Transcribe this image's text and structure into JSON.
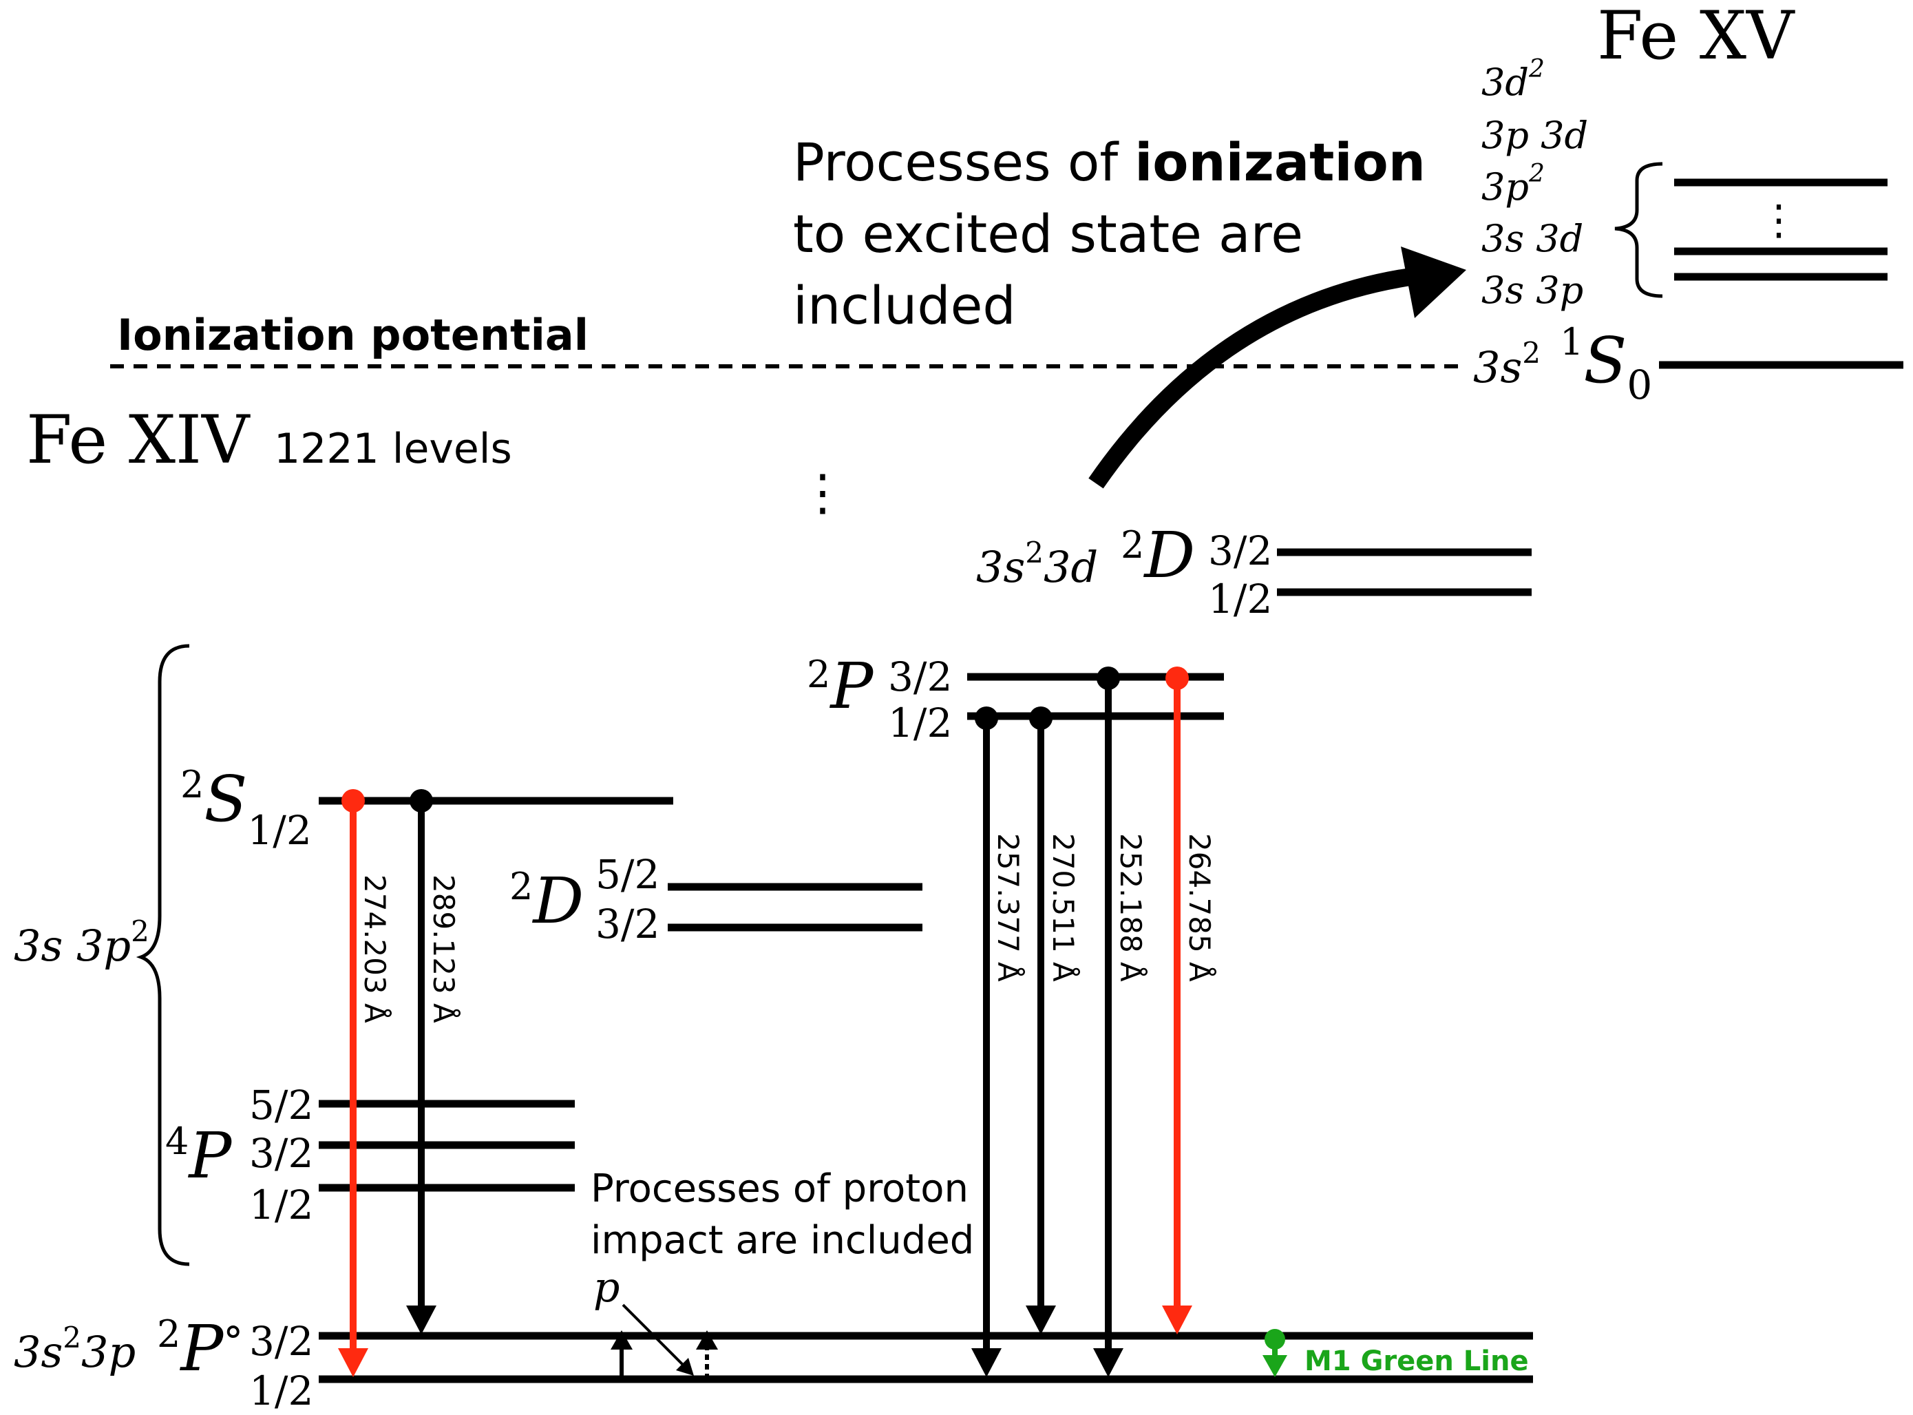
{
  "title_fe14": "Fe XIV",
  "levels_count": "1221 levels",
  "title_fe15": "Fe XV",
  "ion_potential": "Ionization potential",
  "ion_note": [
    "Processes of ",
    "ionization",
    "to excited state are",
    "included"
  ],
  "proton_note": [
    "Processes of proton",
    "impact are included"
  ],
  "p_label": "p",
  "fe15_configs": [
    "3d",
    "2",
    "3p 3d",
    "3p",
    "2",
    "3s 3d",
    "3s 3p"
  ],
  "fe15_ground": {
    "config": "3s",
    "sup": "2",
    "mult": "1",
    "term": "S",
    "sub": "0"
  },
  "ground": {
    "config_a": "3s",
    "sup": "2",
    "config_b": "3p",
    "mult": "2",
    "term": "P",
    "parity": "°",
    "j_upper": "3/2",
    "j_lower": "1/2"
  },
  "config_3s3p2": {
    "a": "3s 3p",
    "sup": "2"
  },
  "levels": {
    "S": {
      "mult": "2",
      "term": "S",
      "sub": "1/2"
    },
    "P4": {
      "mult": "4",
      "term": "P",
      "j": [
        "5/2",
        "3/2",
        "1/2"
      ]
    },
    "D": {
      "mult": "2",
      "term": "D",
      "j": [
        "5/2",
        "3/2"
      ]
    },
    "P2": {
      "mult": "2",
      "term": "P",
      "j": [
        "3/2",
        "1/2"
      ]
    },
    "D3d": {
      "config_a": "3s",
      "sup": "2",
      "config_b": "3d",
      "mult": "2",
      "term": "D",
      "j": [
        "3/2",
        "1/2"
      ]
    }
  },
  "transitions": [
    {
      "label": "274.203 Å",
      "color": "#ff2a10"
    },
    {
      "label": "289.123 Å",
      "color": "#000000"
    },
    {
      "label": "257.377 Å",
      "color": "#000000"
    },
    {
      "label": "270.511 Å",
      "color": "#000000"
    },
    {
      "label": "252.188 Å",
      "color": "#000000"
    },
    {
      "label": "264.785 Å",
      "color": "#ff2a10"
    }
  ],
  "green_line": {
    "label": "M1 Green Line",
    "color": "#1aa51a"
  },
  "vdots": "⋮"
}
